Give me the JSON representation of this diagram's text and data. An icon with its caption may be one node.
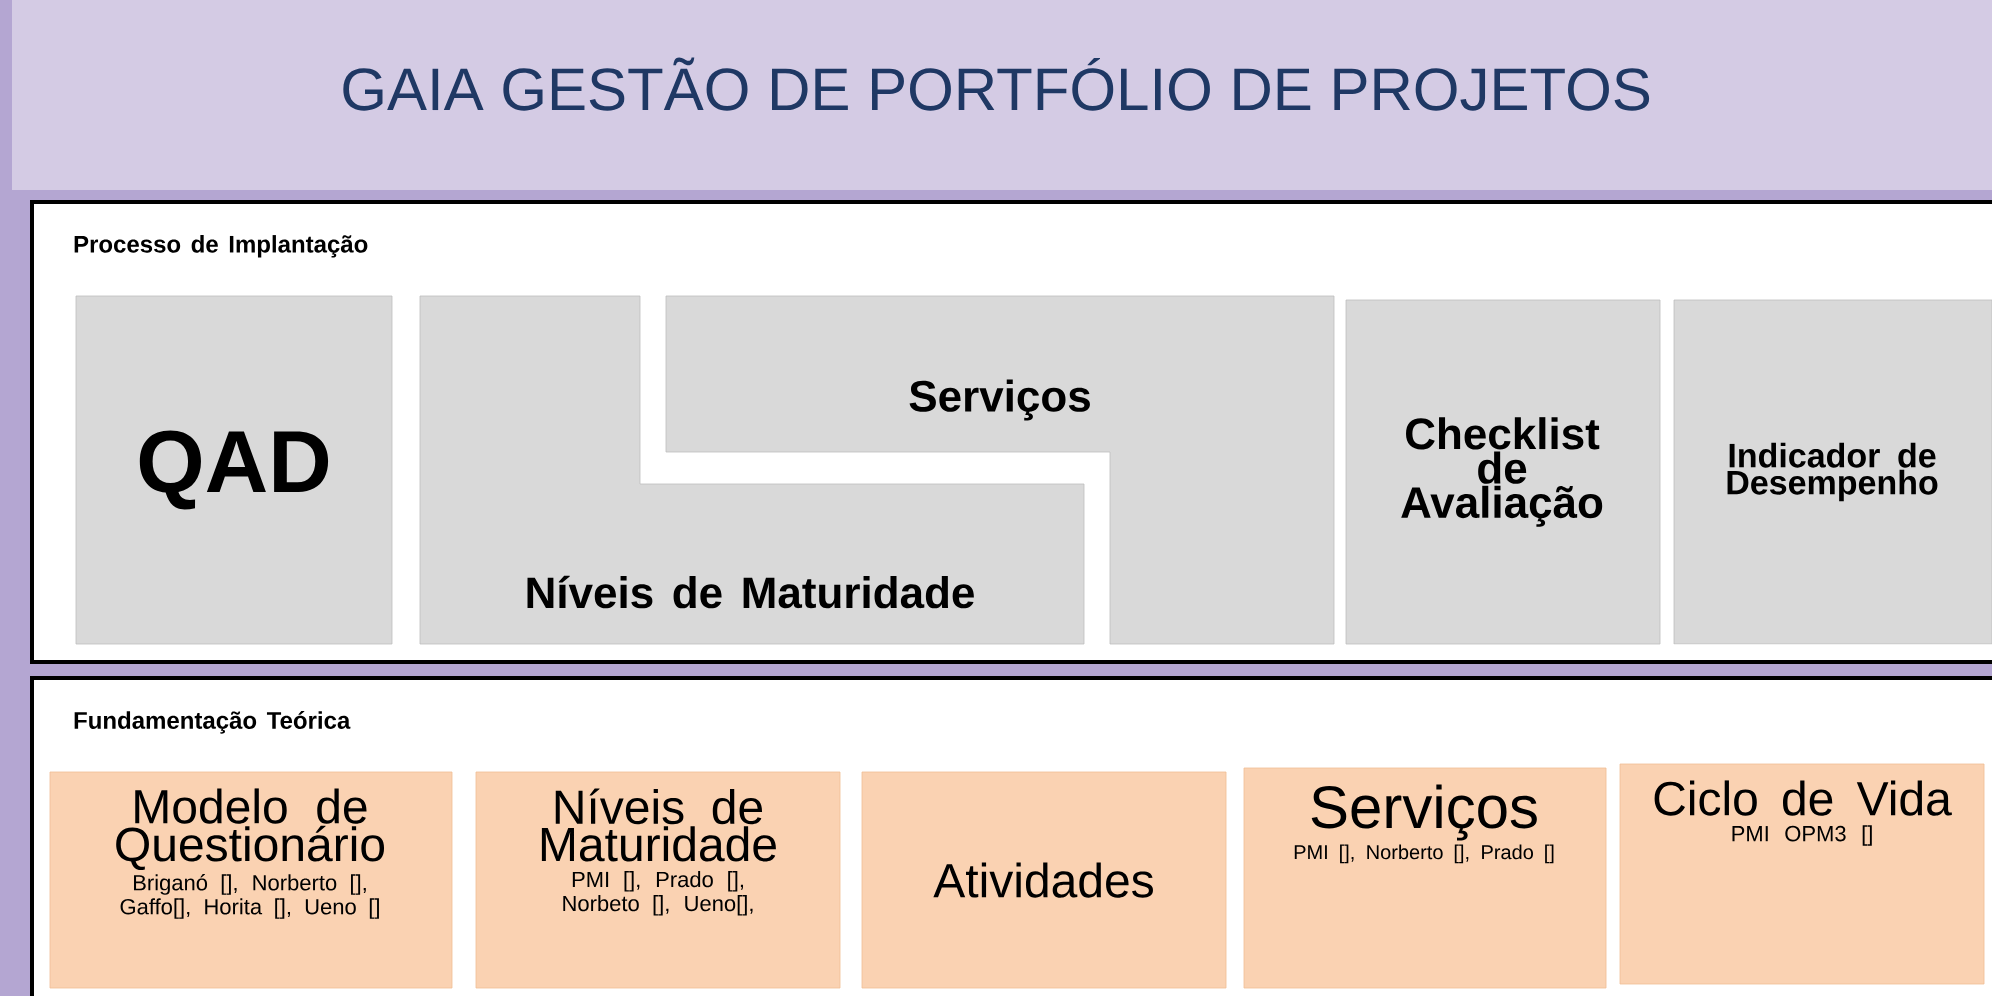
{
  "diagram": {
    "title": "GAIA GESTÃO DE PORTFÓLIO DE PROJETOS",
    "nodes": [
      {
        "text": [
          "Processo de Implantação"
        ]
      },
      {
        "text": [
          "QAD"
        ],
        "in": 0
      },
      {
        "text": [
          "Serviços"
        ],
        "in": 0
      },
      {
        "text": [
          "Níveis de Maturidade"
        ],
        "in": 0
      },
      {
        "text": [
          "Checklist de Avaliação"
        ],
        "in": 0
      },
      {
        "text": [
          "Indicador de Desempenho"
        ],
        "in": 0
      },
      {
        "text": [
          "Fundamentação Teórica"
        ]
      },
      {
        "text": [
          "Modelo de Questionário",
          "Briganó [], Norberto [], Gaffo[], Horita [], Ueno []"
        ],
        "in": 6
      },
      {
        "text": [
          "Níveis de Maturidade",
          "PMI [], Prado [], Norbeto [], Ueno[],"
        ],
        "in": 6
      },
      {
        "text": [
          "Atividades"
        ],
        "in": 6
      },
      {
        "text": [
          "Serviços",
          "PMI [], Norberto [], Prado []"
        ],
        "in": 6
      },
      {
        "text": [
          "Ciclo de Vida",
          "PMI OPM3 []"
        ],
        "in": 6
      }
    ],
    "edges": []
  }
}
